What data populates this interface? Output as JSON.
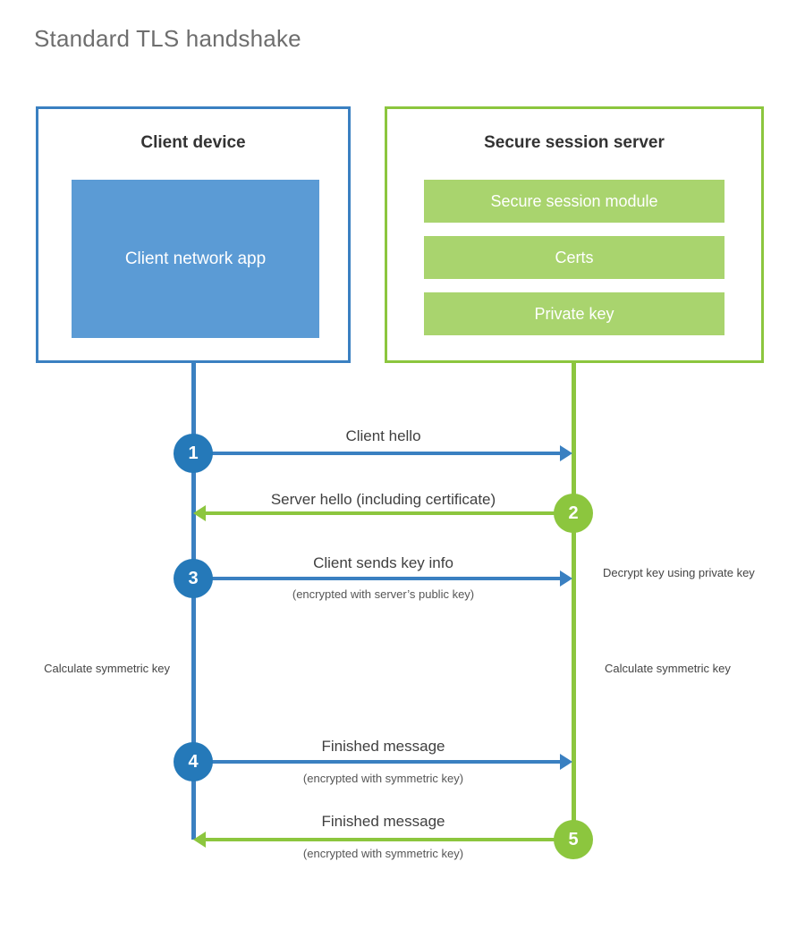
{
  "title": "Standard TLS handshake",
  "entities": {
    "client": {
      "title": "Client device",
      "block": "Client network app"
    },
    "server": {
      "title": "Secure session server",
      "blocks": [
        "Secure session module",
        "Certs",
        "Private key"
      ]
    }
  },
  "steps": [
    {
      "number": "1",
      "label": "Client hello",
      "sublabel": "",
      "direction": "client-to-server",
      "color": "#2579b9"
    },
    {
      "number": "2",
      "label": "Server hello (including certificate)",
      "sublabel": "",
      "direction": "server-to-client",
      "color": "#8cc63e"
    },
    {
      "number": "3",
      "label": "Client sends key info",
      "sublabel": "(encrypted with server’s public key)",
      "direction": "client-to-server",
      "color": "#2579b9"
    },
    {
      "number": "4",
      "label": "Finished message",
      "sublabel": "(encrypted with symmetric key)",
      "direction": "client-to-server",
      "color": "#2579b9"
    },
    {
      "number": "5",
      "label": "Finished message",
      "sublabel": "(encrypted with symmetric key)",
      "direction": "server-to-client",
      "color": "#8cc63e"
    }
  ],
  "notes": {
    "decrypt_key": "Decrypt key using private key",
    "client_calculate": "Calculate symmetric key",
    "server_calculate": "Calculate symmetric key"
  },
  "colors": {
    "client_accent": "#3a80c1",
    "client_circle": "#2579b9",
    "client_block": "#5b9bd5",
    "server_accent": "#8cc63e",
    "server_block": "#a9d46e",
    "title_text": "#6e6e6e",
    "heading_text": "#333333",
    "label_text": "#404040"
  }
}
